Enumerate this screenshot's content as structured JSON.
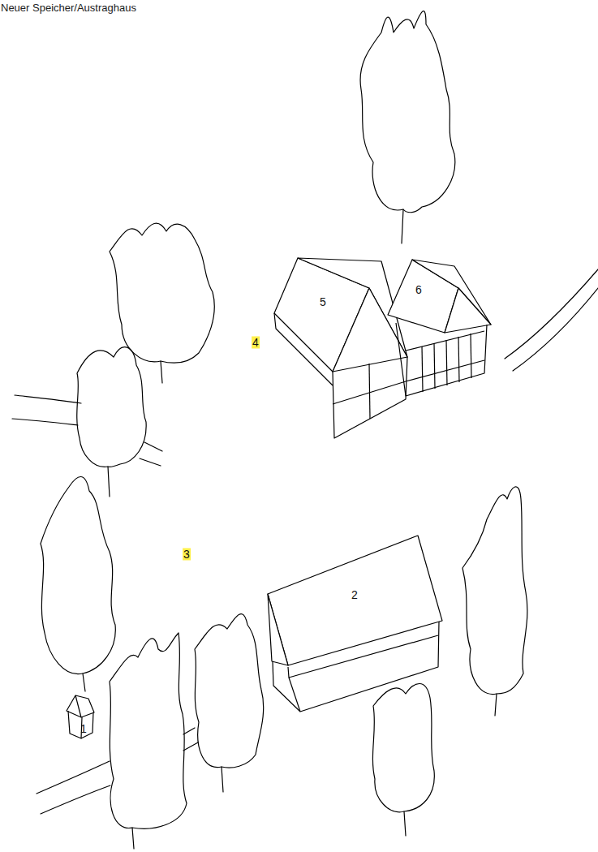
{
  "diagram": {
    "title": "Neuer Speicher/Austraghaus",
    "nodes": [
      {
        "text": [
          "5"
        ]
      },
      {
        "text": [
          "6"
        ]
      },
      {
        "text": [
          "2"
        ]
      },
      {
        "text": [
          "1"
        ]
      }
    ],
    "labels": [
      "4",
      "3"
    ]
  }
}
